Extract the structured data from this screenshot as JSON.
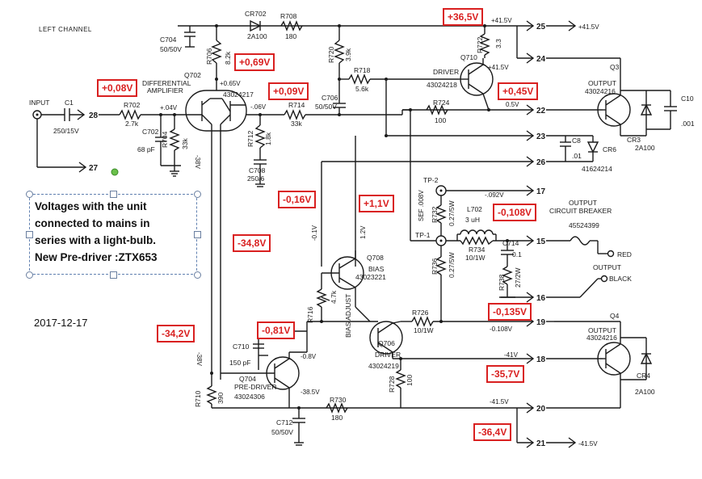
{
  "channel_title": "LEFT CHANNEL",
  "date": "2017-12-17",
  "note": {
    "lines": [
      "Voltages with the unit",
      "connected to mains  in",
      "series with a light-bulb.",
      "New Pre-driver :ZTX653"
    ]
  },
  "annotations": [
    "+36,5V",
    "+0,69V",
    "+0,08V",
    "+0,09V",
    "+0,45V",
    "-0,16V",
    "+1,1V",
    "-0,108V",
    "-34,8V",
    "-0,135V",
    "-0,81V",
    "-34,2V",
    "-35,7V",
    "-36,4V"
  ],
  "labels": {
    "input": "INPUT",
    "c1": "C1",
    "c1_val": "250/15V",
    "t28": "28",
    "t27": "27",
    "r702": "R702",
    "r702_val": "2.7k",
    "c702": "C702",
    "c702_val": "68 pF",
    "r704": "R704",
    "r704_val": "33k",
    "v04": "+.04V",
    "q702": "Q702",
    "q702_a": "DIFFERENTIAL",
    "q702_b": "AMPLIFIER",
    "q702_part": "43024217",
    "v065": "+0.65V",
    "v06": "-.06V",
    "v38a": "-38V",
    "c704": "C704",
    "c704_val": "50/50V",
    "r706": "R706",
    "r706_val": "8.2k",
    "cr702": "CR702",
    "cr702_val": "2A100",
    "r708": "R708",
    "r708_val": "180",
    "r720": "R720",
    "r720_val": "3.9k",
    "r718": "R718",
    "r718_val": "5.6k",
    "c706": "C706",
    "c706_val": "50/50V",
    "r714": "R714",
    "r714_val": "33k",
    "r712": "R712",
    "r712_val": "1.8k",
    "c708": "C708",
    "c708_val": "250/6",
    "q710": "Q710",
    "q710_a": "DRIVER",
    "q710_part": "43024218",
    "r722": "R722",
    "r722_val": "3.3",
    "v415b": "+41.5V",
    "v415a": "+41.5V",
    "t25": "25",
    "t25_v": "+41.5V",
    "t24": "24",
    "q3": "Q3",
    "q3_a": "OUTPUT",
    "q3_part": "43024216",
    "r724": "R724",
    "r724_val": "100",
    "v05": "0.5V",
    "t22": "22",
    "c10": "C10",
    "c10_val": ".001",
    "cr3": "CR3",
    "cr3_val": "2A100",
    "t23": "23",
    "c8": "C8",
    "c8_val": ".01",
    "cr6": "CR6",
    "cr6_part": "41624214",
    "t26": "26",
    "tp2": "TP-2",
    "v092": "-.092V",
    "t17": "17",
    "ocb_a": "OUTPUT",
    "ocb_b": "CIRCUIT BREAKER",
    "cb_part": "45524399",
    "sef": "SEF .008V",
    "r732": "R732",
    "r732_val": "0.27/5W",
    "l702": "L702",
    "l702_val": "3 uH",
    "tp1": "TP-1",
    "r734": "R734",
    "r734_val": "10/1W",
    "c714": "C714",
    "c714_val": "0.1",
    "t15": "15",
    "red": "RED",
    "output": "OUTPUT",
    "black": "BLACK",
    "r736": "R736",
    "r736_val": "0.27/5W",
    "r738": "R738",
    "r738_val": "27/2W",
    "t16": "16",
    "v01": "-0.1V",
    "v12": "1.2V",
    "q708": "Q708",
    "q708_a": "BIAS",
    "q708_part": "43023221",
    "bias_adj": "BIAS ADJUST",
    "r716": "R716",
    "r716_val": "4.7k",
    "r726": "R726",
    "r726_val": "10/1W",
    "v0108": "-0.108V",
    "t19": "19",
    "q4": "Q4",
    "q4_a": "OUTPUT",
    "q4_part": "43024216",
    "q706": "Q706",
    "q706_a": "DRIVER",
    "q706_part": "43024219",
    "c710": "C710",
    "c710_val": "150 pF",
    "v08": "-0.8V",
    "v41": "-41V",
    "t18": "18",
    "cr4": "CR4",
    "cr4_val": "2A100",
    "q704": "Q704",
    "q704_a": "PRE-DRIVER",
    "q704_part": "43024306",
    "v38b": "-38V",
    "v385": "-38.5V",
    "r710": "R710",
    "r710_val": "390",
    "r730": "R730",
    "r730_val": "180",
    "r728": "R728",
    "r728_val": "100",
    "c712": "C712",
    "c712_val": "50/50V",
    "v415c": "-41.5V",
    "t20": "20",
    "t21": "21",
    "t21_v": "-41.5V"
  }
}
